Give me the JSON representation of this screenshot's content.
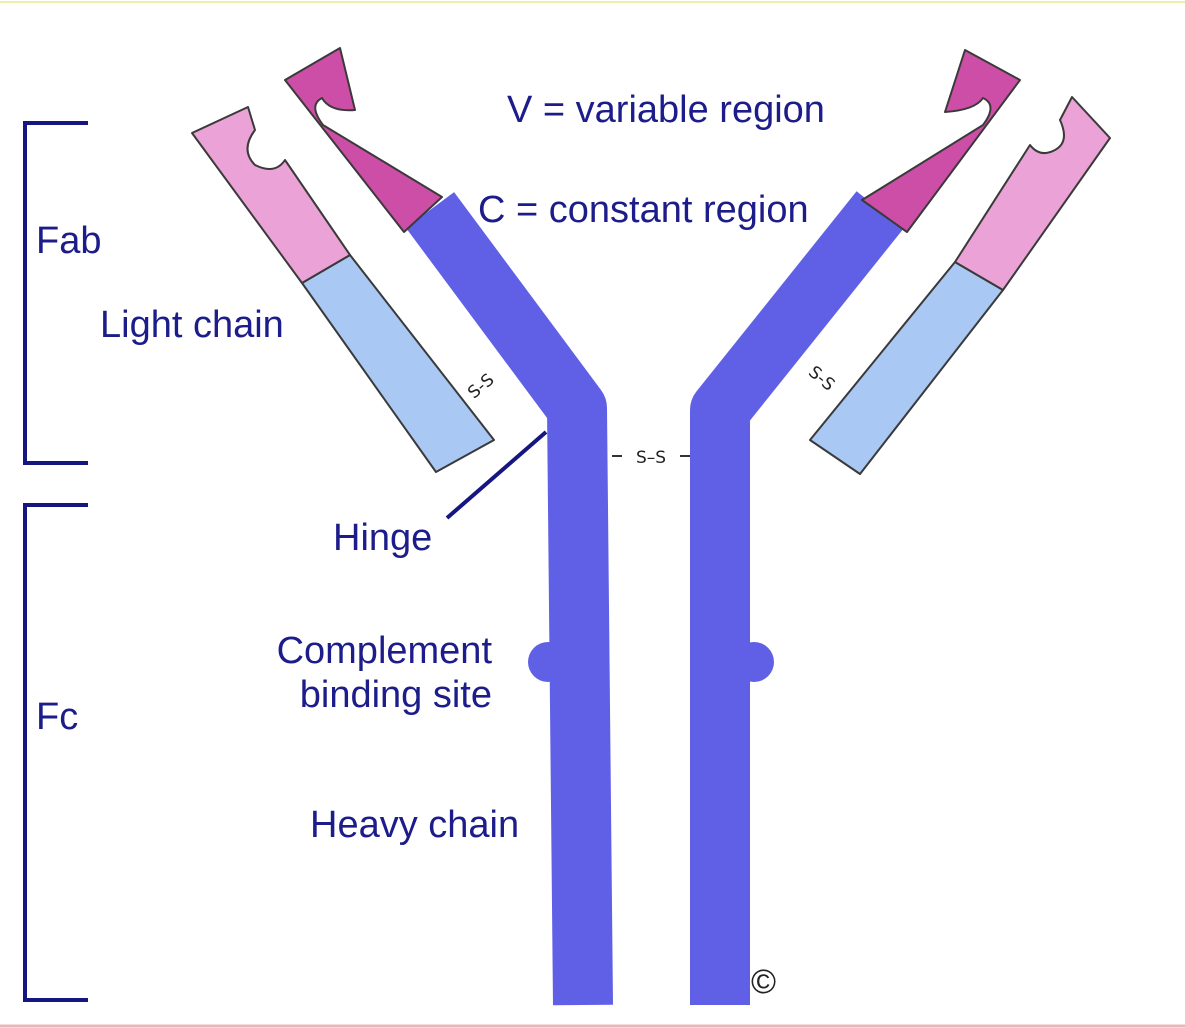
{
  "labels": {
    "variable": "V = variable region",
    "constant": "C = constant region",
    "fab": "Fab",
    "light_chain": "Light chain",
    "hinge": "Hinge",
    "complement_line1": "Complement",
    "complement_line2": "binding site",
    "fc": "Fc",
    "heavy_chain": "Heavy chain",
    "copyright": "©",
    "ss_center": "S–S",
    "ss_left": "S-S",
    "ss_right": "S-S"
  },
  "colors": {
    "heavy_constant": "#6060e6",
    "heavy_variable": "#cd4ea6",
    "light_constant": "#a9c8f3",
    "light_variable": "#eba2d6",
    "label_text": "#1c1c8a",
    "bracket": "#161680"
  }
}
